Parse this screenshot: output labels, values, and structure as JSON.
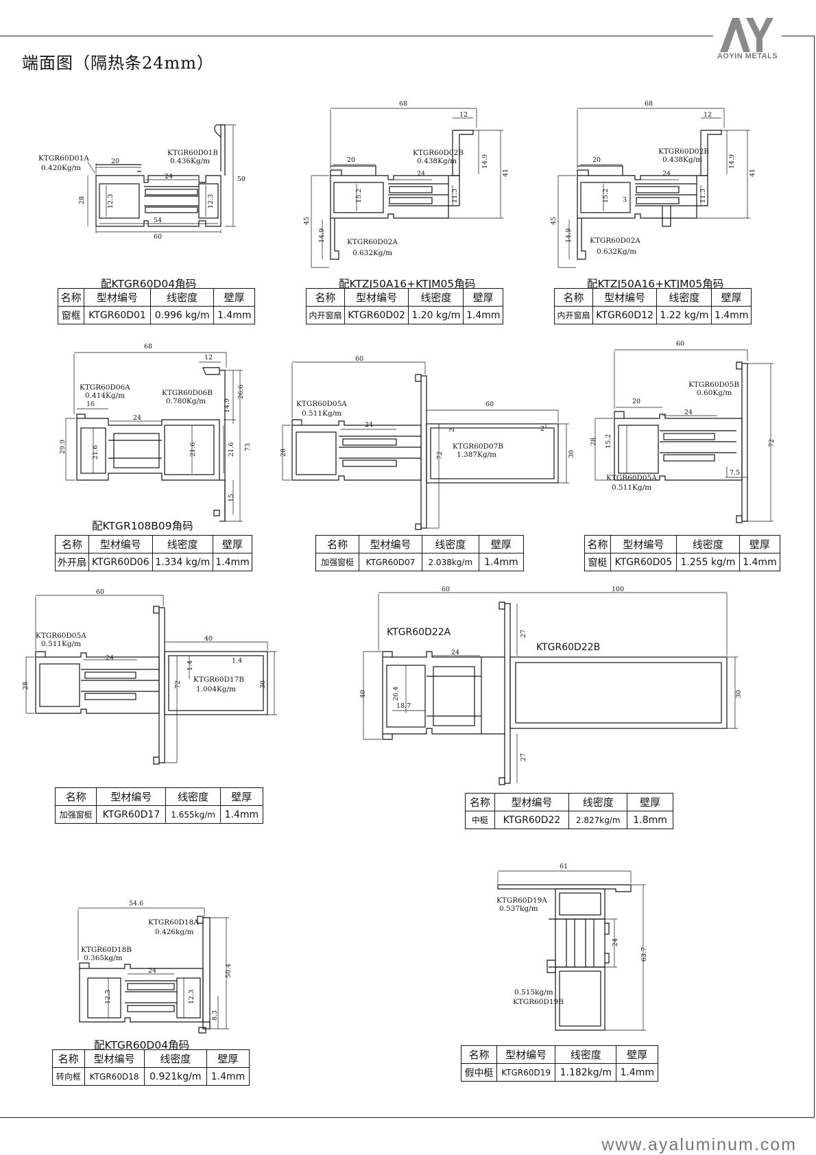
{
  "page": {
    "title": "端面图（隔热条24mm）",
    "logo_mark": "AY",
    "logo_text": "AOYIN METALS",
    "website": "www.ayaluminum.com"
  },
  "table_headers": [
    "名称",
    "型材编号",
    "线密度",
    "壁厚"
  ],
  "sections": [
    {
      "caption": "配KTGR60D04角码",
      "labels": [
        {
          "text": "KTGR60D01A"
        },
        {
          "text": "0.420Kg/m"
        },
        {
          "text": "KTGR60D01B"
        },
        {
          "text": "0.436Kg/m"
        }
      ],
      "dims": [
        "20",
        "24",
        "28",
        "12.3",
        "12.3",
        "54",
        "60",
        "50"
      ],
      "row": [
        "窗框",
        "KTGR60D01",
        "0.996 kg/m",
        "1.4mm"
      ]
    },
    {
      "caption": "配KTZJ50A16+KTJM05角码",
      "labels": [
        {
          "text": "KTGR60D02B"
        },
        {
          "text": "0.438Kg/m"
        },
        {
          "text": "KTGR60D02A"
        },
        {
          "text": "0.632Kg/m"
        }
      ],
      "dims": [
        "68",
        "12",
        "20",
        "24",
        "15.2",
        "11.3",
        "14.9",
        "41",
        "45",
        "14.9"
      ],
      "row": [
        "内开窗扇",
        "KTGR60D02",
        "1.20 kg/m",
        "1.4mm"
      ]
    },
    {
      "caption": "配KTZJ50A16+KTJM05角码",
      "labels": [
        {
          "text": "KTGR60D02B"
        },
        {
          "text": "0.438Kg/m"
        },
        {
          "text": "KTGR60D02A"
        },
        {
          "text": "0.632Kg/m"
        }
      ],
      "dims": [
        "68",
        "12",
        "20",
        "24",
        "15.2",
        "3",
        "11.3",
        "14.9",
        "41",
        "45",
        "14.9"
      ],
      "row": [
        "内开窗扇",
        "KTGR60D12",
        "1.22 kg/m",
        "1.4mm"
      ]
    },
    {
      "caption": "配KTGR108B09角码",
      "labels": [
        {
          "text": "KTGR60D06A"
        },
        {
          "text": "0.414Kg/m"
        },
        {
          "text": "KTGR60D06B"
        },
        {
          "text": "0.780Kg/m"
        }
      ],
      "dims": [
        "68",
        "12",
        "16",
        "24",
        "29.9",
        "21.6",
        "21.6",
        "21.6",
        "14.9",
        "26.6",
        "73",
        "15"
      ],
      "row": [
        "外开扇",
        "KTGR60D06",
        "1.334 kg/m",
        "1.4mm"
      ]
    },
    {
      "caption": "",
      "labels": [
        {
          "text": "KTGR60D05A"
        },
        {
          "text": "0.511Kg/m"
        },
        {
          "text": "KTGR60D07B"
        },
        {
          "text": "1.387Kg/m"
        }
      ],
      "dims": [
        "60",
        "60",
        "24",
        "28",
        "2",
        "2",
        "72",
        "30"
      ],
      "row": [
        "加强窗梃",
        "KTGR60D07",
        "2.038kg/m",
        "1.4mm"
      ]
    },
    {
      "caption": "",
      "labels": [
        {
          "text": "KTGR60D05B"
        },
        {
          "text": "0.60Kg/m"
        },
        {
          "text": "KTGR60D05A"
        },
        {
          "text": "0.511Kg/m"
        }
      ],
      "dims": [
        "60",
        "20",
        "24",
        "28",
        "15.2",
        "72",
        "7.5"
      ],
      "row": [
        "窗梃",
        "KTGR60D05",
        "1.255 kg/m",
        "1.4mm"
      ]
    },
    {
      "caption": "",
      "labels": [
        {
          "text": "KTGR60D05A"
        },
        {
          "text": "0.511Kg/m"
        },
        {
          "text": "KTGR60D17B"
        },
        {
          "text": "1.004Kg/m"
        }
      ],
      "dims": [
        "60",
        "40",
        "24",
        "28",
        "1.4",
        "1.4",
        "72",
        "30"
      ],
      "row": [
        "加强窗梃",
        "KTGR60D17",
        "1.655kg/m",
        "1.4mm"
      ]
    },
    {
      "caption": "",
      "labels": [
        {
          "text": "KTGR60D22A"
        },
        {
          "text": "KTGR60D22B"
        }
      ],
      "dims": [
        "60",
        "100",
        "24",
        "27",
        "40",
        "26.4",
        "18.7",
        "30",
        "27"
      ],
      "row": [
        "中梃",
        "KTGR60D22",
        "2.827kg/m",
        "1.8mm"
      ]
    },
    {
      "caption": "配KTGR60D04角码",
      "labels": [
        {
          "text": "KTGR60D18A"
        },
        {
          "text": "0.426kg/m"
        },
        {
          "text": "KTGR60D18B"
        },
        {
          "text": "0.365kg/m"
        }
      ],
      "dims": [
        "54.6",
        "24",
        "12.3",
        "12.3",
        "50.4",
        "8.3"
      ],
      "row": [
        "转向框",
        "KTGR60D18",
        "0.921kg/m",
        "1.4mm"
      ]
    },
    {
      "caption": "",
      "labels": [
        {
          "text": "KTGR60D19A"
        },
        {
          "text": "0.537kg/m"
        },
        {
          "text": "0.515kg/m"
        },
        {
          "text": "KTGR60D19B"
        }
      ],
      "dims": [
        "61",
        "24",
        "63.7"
      ],
      "row": [
        "假中梃",
        "KTGR60D19",
        "1.182kg/m",
        "1.4mm"
      ]
    }
  ]
}
